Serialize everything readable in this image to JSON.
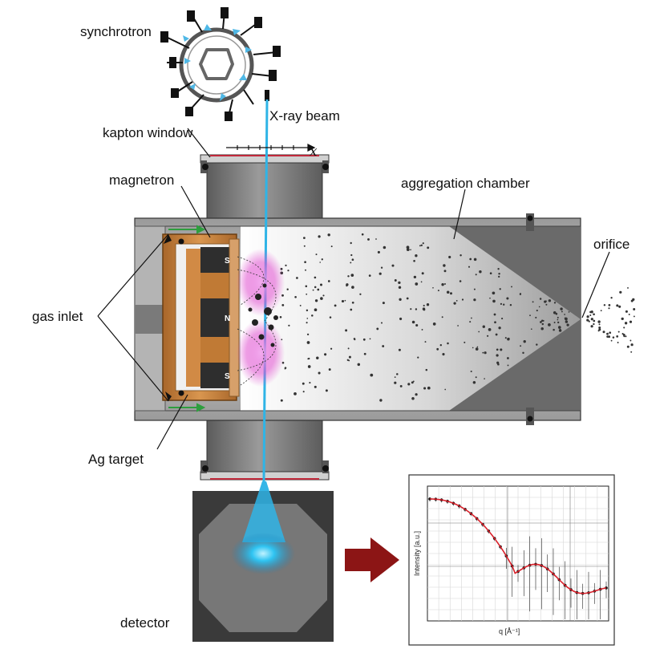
{
  "labels": {
    "synchrotron": "synchrotron",
    "xray_beam": "X-ray beam",
    "kapton_window": "kapton window",
    "x_axis": "x",
    "magnetron": "magnetron",
    "aggregation_chamber": "aggregation chamber",
    "orifice": "orifice",
    "gas_inlet": "gas inlet",
    "ag_target": "Ag target",
    "detector": "detector"
  },
  "magnet_poles": {
    "top": "S",
    "middle": "N",
    "bottom": "S"
  },
  "saxs_plot": {
    "ylabel": "Intensity [a.u.]",
    "xlabel": "q [Å⁻¹]"
  },
  "colors": {
    "beam": "#2fb4e6",
    "plasma": "#e04fd0",
    "target": "#c07a35",
    "chamber": "#8a8a8a",
    "arrow": "#8c1515",
    "gas_arrow": "#2e9e3e",
    "fit_line": "#d8202a"
  }
}
